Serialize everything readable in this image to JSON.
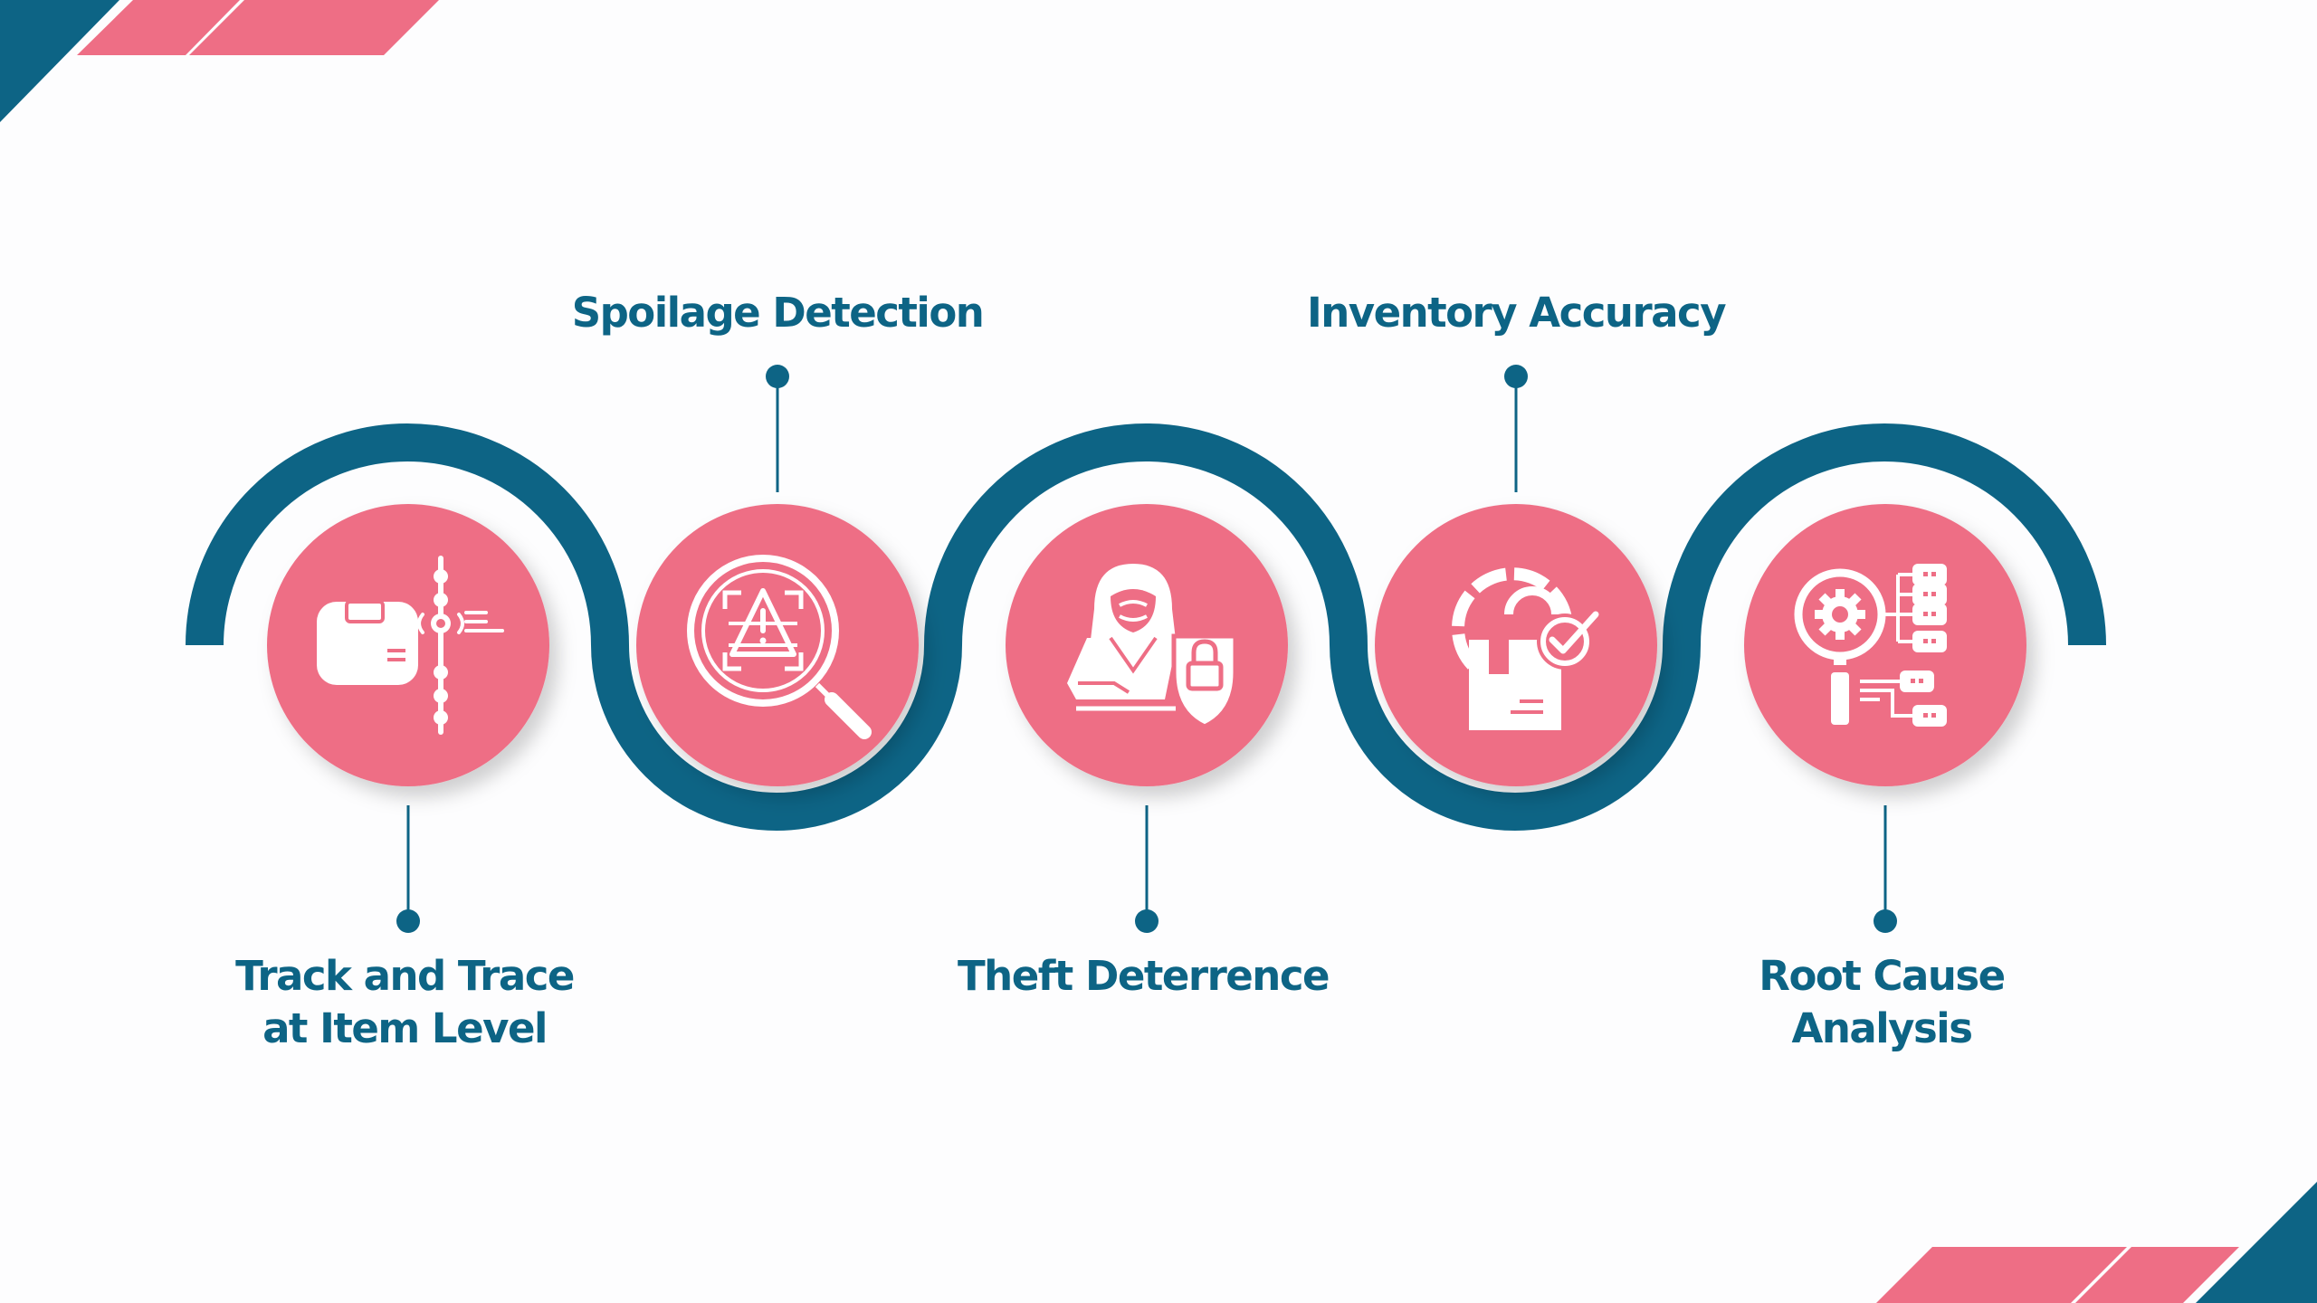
{
  "colors": {
    "accent_teal": "#0d6485",
    "accent_pink": "#ee6e85",
    "background": "#fdfdfe",
    "icon_fill": "#ffffff"
  },
  "steps": [
    {
      "icon": "tracked-package-icon",
      "lines": [
        "Track and Trace",
        "at Item Level"
      ],
      "label_position": "below"
    },
    {
      "icon": "spoilage-magnifier-icon",
      "lines": [
        "Spoilage Detection"
      ],
      "label_position": "above"
    },
    {
      "icon": "hooded-thief-shield-icon",
      "lines": [
        "Theft Deterrence"
      ],
      "label_position": "below"
    },
    {
      "icon": "inventory-box-check-icon",
      "lines": [
        "Inventory Accuracy"
      ],
      "label_position": "above"
    },
    {
      "icon": "gear-magnifier-flowchart-icon",
      "lines": [
        "Root Cause",
        "Analysis"
      ],
      "label_position": "below"
    }
  ]
}
